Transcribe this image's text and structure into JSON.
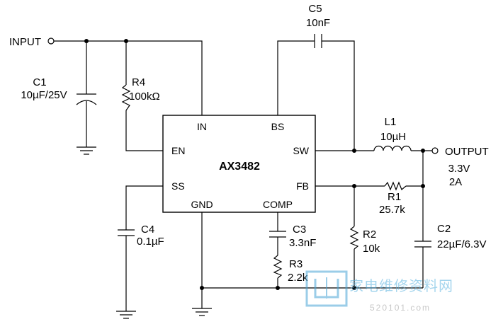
{
  "chip": {
    "name": "AX3482",
    "pins": {
      "in": "IN",
      "bs": "BS",
      "en": "EN",
      "sw": "SW",
      "ss": "SS",
      "fb": "FB",
      "gnd": "GND",
      "comp": "COMP"
    }
  },
  "terminals": {
    "input": "INPUT",
    "output": "OUTPUT",
    "output_voltage": "3.3V",
    "output_current": "2A"
  },
  "components": {
    "c1": {
      "ref": "C1",
      "value": "10µF/25V"
    },
    "r4": {
      "ref": "R4",
      "value": "100kΩ"
    },
    "c5": {
      "ref": "C5",
      "value": "10nF"
    },
    "l1": {
      "ref": "L1",
      "value": "10µH"
    },
    "r1": {
      "ref": "R1",
      "value": "25.7k"
    },
    "c2": {
      "ref": "C2",
      "value": "22µF/6.3V"
    },
    "c4": {
      "ref": "C4",
      "value": "0.1µF"
    },
    "c3": {
      "ref": "C3",
      "value": "3.3nF"
    },
    "r3": {
      "ref": "R3",
      "value": "2.2k"
    },
    "r2": {
      "ref": "R2",
      "value": "10k"
    }
  },
  "watermark": {
    "text": "家电维修资料网",
    "url": "520101.com"
  }
}
